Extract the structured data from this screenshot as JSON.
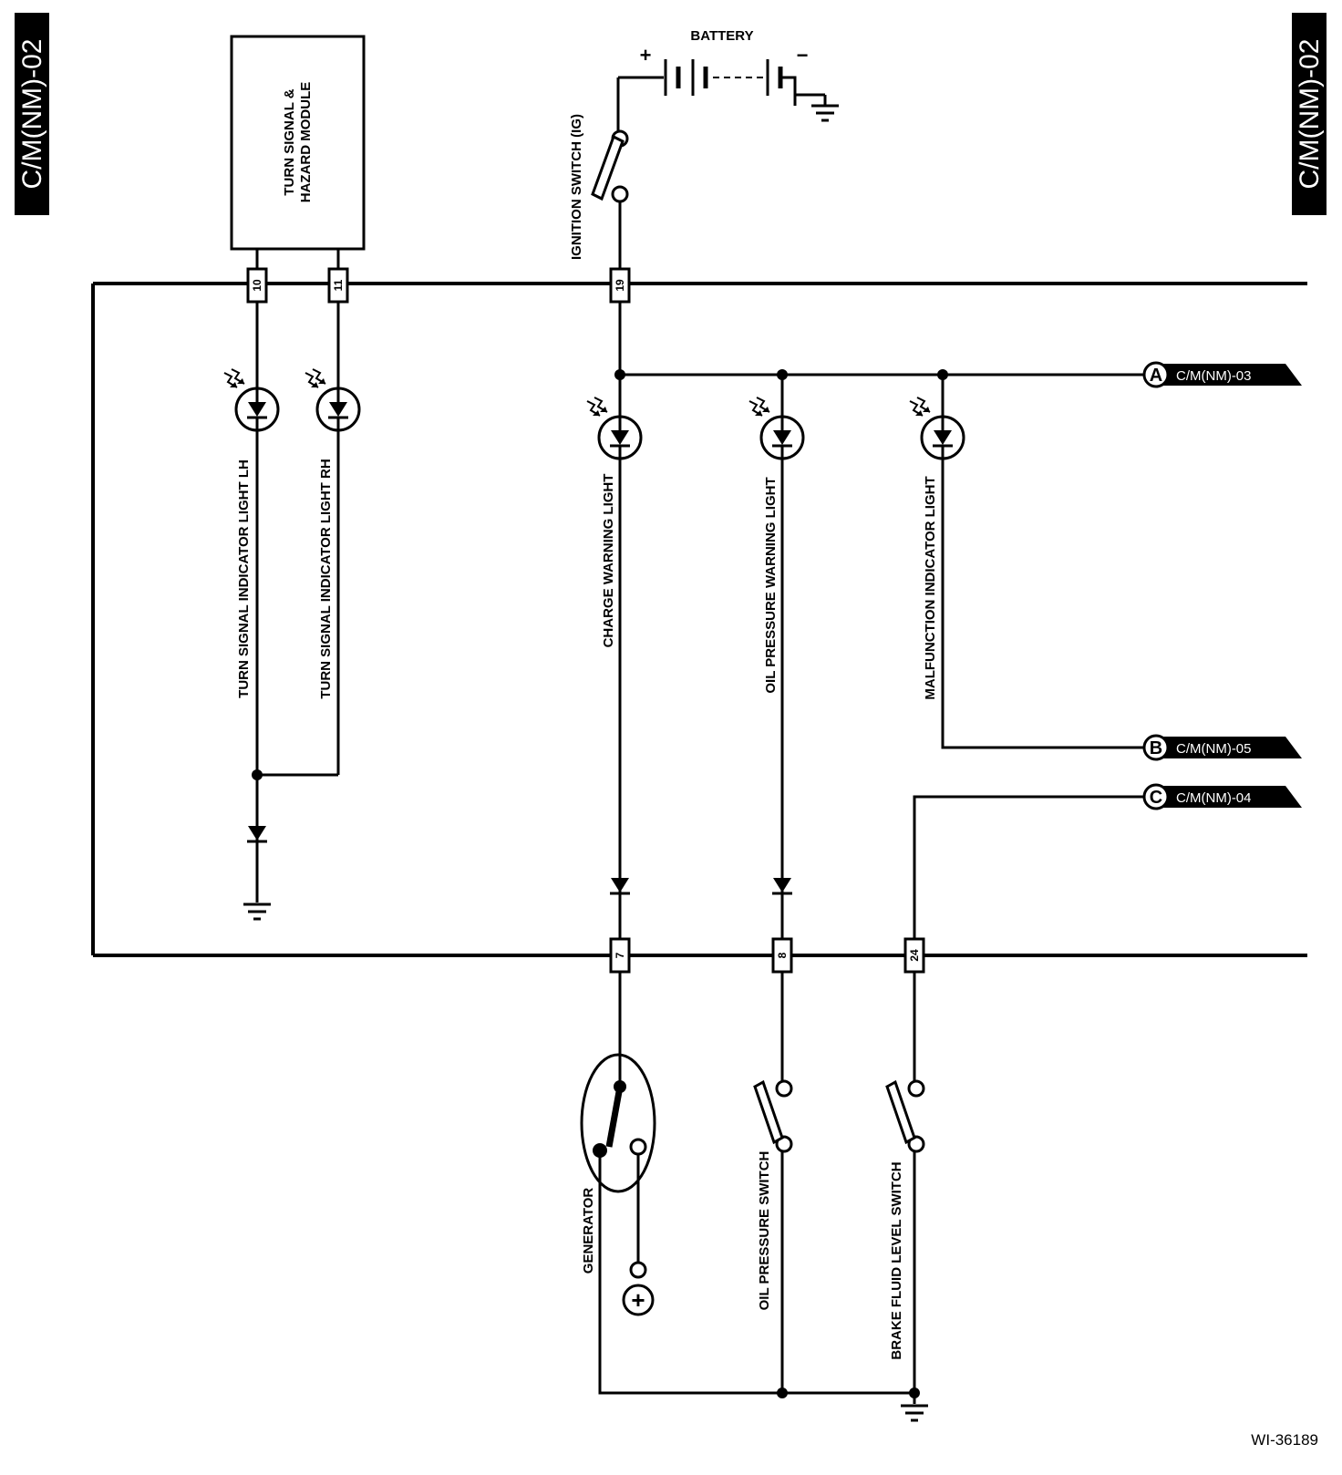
{
  "page_tabs": {
    "left": "C/M(NM)-02",
    "right": "C/M(NM)-02"
  },
  "figure_id": "WI-36189",
  "components": {
    "battery": "BATTERY",
    "battery_plus": "+",
    "battery_minus": "−",
    "ignition_switch": "IGNITION SWITCH (IG)",
    "module_line1": "TURN SIGNAL &",
    "module_line2": "HAZARD MODULE",
    "turn_lh": "TURN SIGNAL INDICATOR LIGHT LH",
    "turn_rh": "TURN SIGNAL INDICATOR LIGHT RH",
    "charge_light": "CHARGE WARNING LIGHT",
    "oil_light": "OIL PRESSURE WARNING LIGHT",
    "malfunction_light": "MALFUNCTION INDICATOR LIGHT",
    "generator": "GENERATOR",
    "generator_plus": "+",
    "oil_switch": "OIL PRESSURE SWITCH",
    "brake_switch": "BRAKE FLUID LEVEL SWITCH"
  },
  "pins": {
    "p10": "10",
    "p11": "11",
    "p19": "19",
    "p7": "7",
    "p8": "8",
    "p24": "24"
  },
  "connectors": {
    "a_letter": "A",
    "a_ref": "C/M(NM)-03",
    "b_letter": "B",
    "b_ref": "C/M(NM)-05",
    "c_letter": "C",
    "c_ref": "C/M(NM)-04"
  }
}
